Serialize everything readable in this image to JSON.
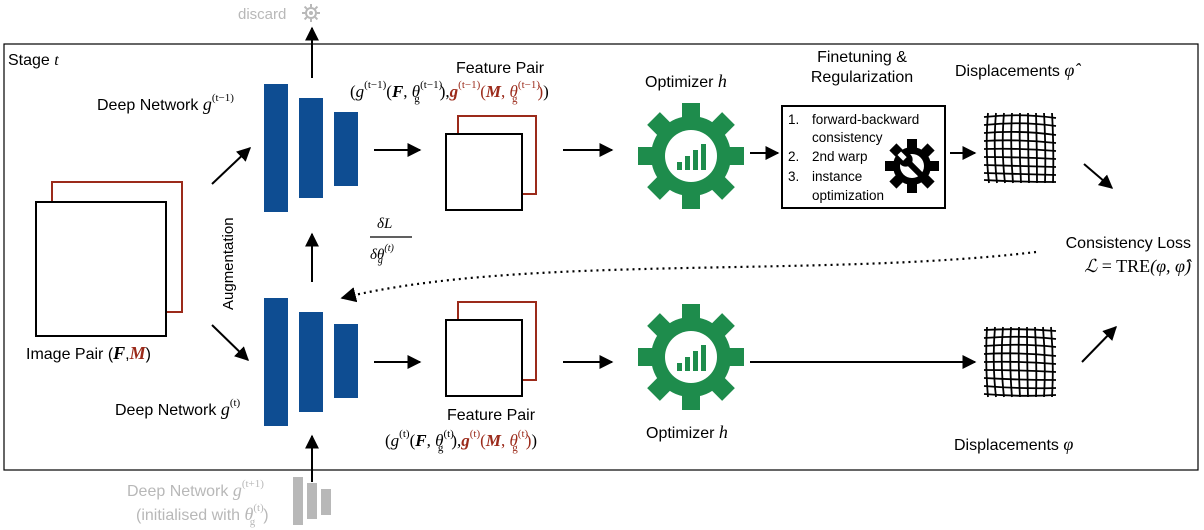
{
  "colors": {
    "network_blue": "#0e4d92",
    "gear_green": "#1e8c4c",
    "accent_red": "#9b2a1a",
    "muted_gray": "#b8b8b8",
    "frame": "#000000"
  },
  "top": {
    "discard_label": "discard",
    "discard_icon": "gear-icon"
  },
  "stage": {
    "label_prefix": "Stage ",
    "label_var": "t"
  },
  "image_pair": {
    "label_prefix": "Image Pair (",
    "F": "F",
    "comma": ",",
    "M": "M",
    "label_suffix": ")"
  },
  "augmentation": "Augmentation",
  "top_row": {
    "network_label": "Deep Network",
    "network_fn": "g",
    "network_sup": "(t−1)",
    "feature_title": "Feature Pair",
    "feature_formula": {
      "open": "(",
      "g1": "g",
      "g1_sup": "(t−1)",
      "arg1_open": "(",
      "F": "F",
      "sep1": ", ",
      "theta1": "θ",
      "theta1_sub": "g",
      "theta1_sup": "(t−1)",
      "arg1_close": ")",
      "comma": ",",
      "g2": "g",
      "g2_sup": "(t−1)",
      "arg2_open": "(",
      "M": "M",
      "sep2": ", ",
      "theta2": "θ",
      "theta2_sub": "g",
      "theta2_sup": "(t−1)",
      "arg2_close": ")",
      "close": ")"
    },
    "optimizer_label": "Optimizer",
    "optimizer_var": "h",
    "finetune_title_1": "Finetuning &",
    "finetune_title_2": "Regularization",
    "finetune_items": [
      {
        "num": "1.",
        "line1": "forward-backward",
        "line2": "consistency"
      },
      {
        "num": "2.",
        "line1": "2nd warp",
        "line2": ""
      },
      {
        "num": "3.",
        "line1": "instance",
        "line2": "optimization"
      }
    ],
    "finetune_icon": "wrench-gear-icon",
    "displacements_label": "Displacements",
    "displacements_var": "φ̂"
  },
  "gradient": {
    "numerator": "δL",
    "denominator_delta": "δ",
    "denominator_theta": "θ",
    "denominator_sub": "g",
    "denominator_sup": "(t)"
  },
  "loss": {
    "title": "Consistency Loss",
    "script_l": "ℒ",
    "equals": " = ",
    "tre": "TRE",
    "args": "(φ, φ̂)"
  },
  "bottom_row": {
    "network_label": "Deep Network",
    "network_fn": "g",
    "network_sup": "(t)",
    "feature_title": "Feature Pair",
    "feature_formula": {
      "open": "(",
      "g1": "g",
      "g1_sup": "(t)",
      "arg1_open": "(",
      "F": "F",
      "sep1": ", ",
      "theta1": "θ",
      "theta1_sub": "g",
      "theta1_sup": "(t)",
      "arg1_close": ")",
      "comma": ",",
      "g2": "g",
      "g2_sup": "(t)",
      "arg2_open": "(",
      "M": "M",
      "sep2": ", ",
      "theta2": "θ",
      "theta2_sub": "g",
      "theta2_sup": "(t)",
      "arg2_close": ")",
      "close": ")"
    },
    "optimizer_label": "Optimizer",
    "optimizer_var": "h",
    "displacements_label": "Displacements",
    "displacements_var": "φ"
  },
  "next": {
    "network_label": "Deep Network",
    "network_fn": "g",
    "network_sup": "(t+1)",
    "init_prefix": "(initialised with ",
    "init_theta": "θ",
    "init_sub": "g",
    "init_sup": "(t)",
    "init_suffix": ")"
  }
}
